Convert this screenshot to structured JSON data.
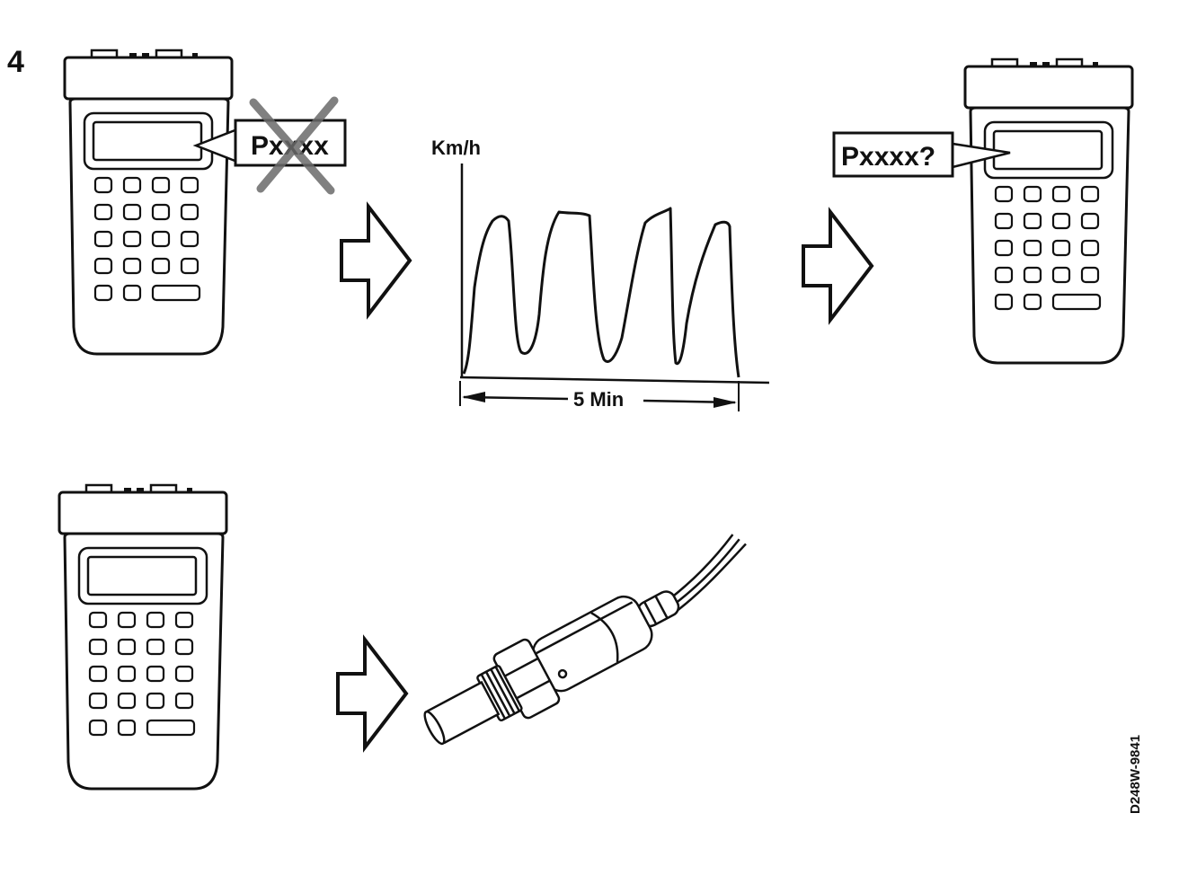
{
  "figure": {
    "step_number": "4",
    "graph": {
      "y_axis_label": "Km/h",
      "duration_label": "5 Min"
    },
    "callout_cleared": "Pxxxx",
    "callout_query": "Pxxxx?",
    "doc_id": "D248W-9841"
  },
  "icons": {
    "scan_tool": "handheld-scan-tool-icon",
    "arrow": "right-outline-arrow-icon",
    "sensor": "oxygen-sensor-icon",
    "cross": "cross-out-icon"
  },
  "colors": {
    "ink": "#111111",
    "paper": "#ffffff"
  }
}
